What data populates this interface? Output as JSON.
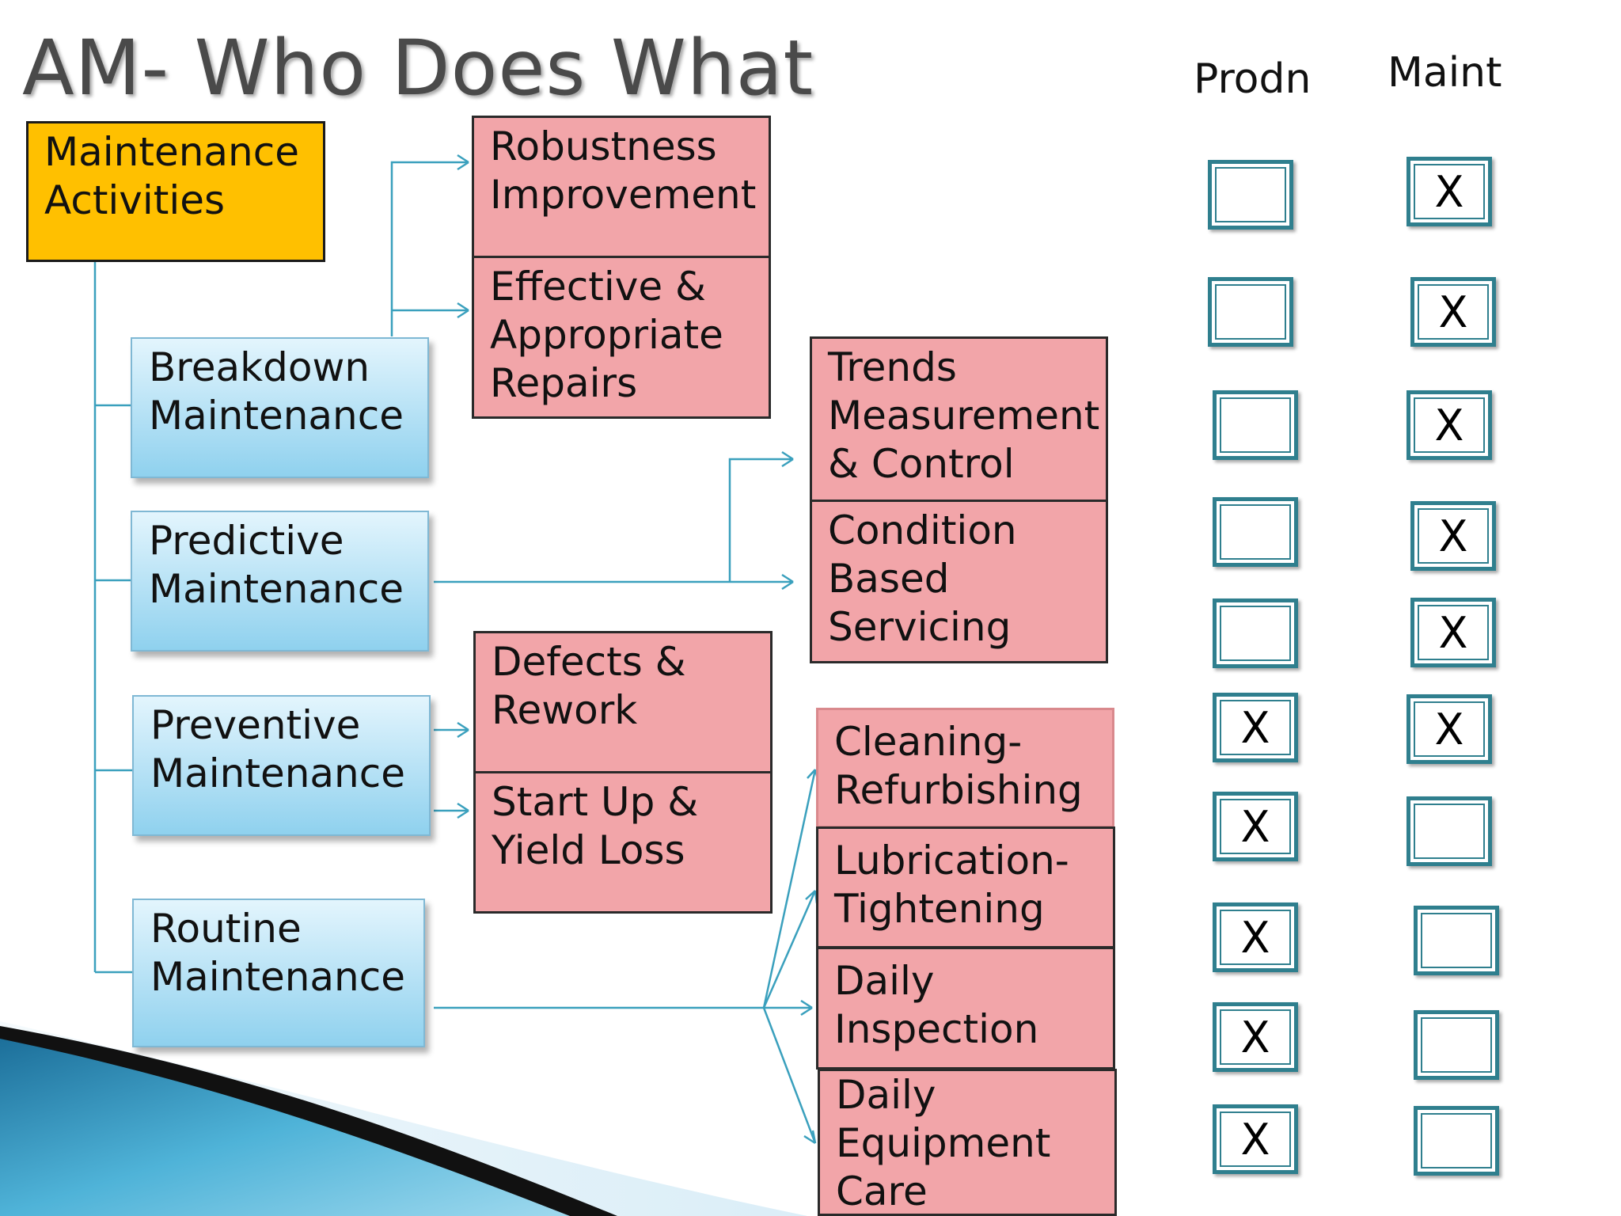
{
  "title": "AM- Who Does What",
  "columns": {
    "prodn": "Prodn",
    "maint": "Maint"
  },
  "nodes": {
    "maintenance_activities": [
      "Maintenance",
      "Activities"
    ],
    "breakdown": [
      "Breakdown",
      "Maintenance"
    ],
    "predictive": [
      "Predictive",
      "Maintenance"
    ],
    "preventive": [
      "Preventive",
      "Maintenance"
    ],
    "routine": [
      "Routine",
      "Maintenance"
    ],
    "robustness": [
      "Robustness",
      "Improvement"
    ],
    "effective_repairs": [
      "Effective &",
      "Appropriate",
      "Repairs"
    ],
    "trends": [
      "Trends",
      "Measurement",
      "& Control"
    ],
    "condition_based": [
      "Condition",
      "Based",
      "Servicing"
    ],
    "defects": [
      "Defects &",
      "Rework"
    ],
    "startup": [
      "Start Up &",
      "Yield Loss"
    ],
    "cleaning": [
      "Cleaning-",
      "Refurbishing"
    ],
    "lubrication": [
      "Lubrication-",
      "Tightening"
    ],
    "daily_inspection": [
      "Daily",
      "Inspection"
    ],
    "daily_care": [
      "Daily",
      "Equipment",
      "Care"
    ]
  },
  "responsibility": [
    {
      "prodn": "",
      "maint": "X"
    },
    {
      "prodn": "",
      "maint": "X"
    },
    {
      "prodn": "",
      "maint": "X"
    },
    {
      "prodn": "",
      "maint": "X"
    },
    {
      "prodn": "",
      "maint": "X"
    },
    {
      "prodn": "X",
      "maint": "X"
    },
    {
      "prodn": "X",
      "maint": ""
    },
    {
      "prodn": "X",
      "maint": ""
    },
    {
      "prodn": "X",
      "maint": ""
    },
    {
      "prodn": "X",
      "maint": ""
    }
  ],
  "colors": {
    "root": "#ffc000",
    "category": "#b5e1f5",
    "activity": "#f2a5a9",
    "connector": "#3aa0bd",
    "checkbox": "#2f7f8e"
  }
}
